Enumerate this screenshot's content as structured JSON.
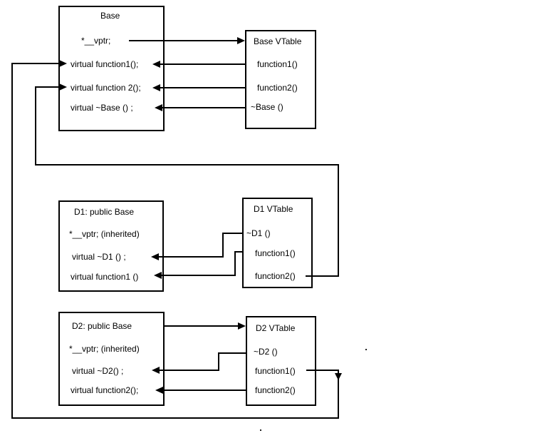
{
  "colors": {
    "background": "#ffffff",
    "line": "#000000",
    "text": "#000000"
  },
  "boxes": {
    "base": {
      "title": "Base",
      "rows": [
        "*__vptr;",
        "virtual function1();",
        "virtual function 2();",
        "virtual ~Base () ;"
      ]
    },
    "base_vtable": {
      "title": "Base VTable",
      "rows": [
        "function1()",
        "function2()",
        "~Base ()"
      ]
    },
    "d1": {
      "title": "D1: public Base",
      "rows": [
        "*__vptr; (inherited)",
        "virtual ~D1 () ;",
        "virtual function1 ()"
      ]
    },
    "d1_vtable": {
      "title": "D1 VTable",
      "rows": [
        "~D1 ()",
        "function1()",
        "function2()"
      ]
    },
    "d2": {
      "title": "D2: public Base",
      "rows": [
        "*__vptr; (inherited)",
        "virtual ~D2() ;",
        "virtual function2();"
      ]
    },
    "d2_vtable": {
      "title": "D2 VTable",
      "rows": [
        "~D2 ()",
        "function1()",
        "function2()"
      ]
    }
  },
  "connections": [
    {
      "from": "Base.*__vptr;",
      "to": "Base VTable",
      "arrow": "right"
    },
    {
      "from": "Base VTable.function1()",
      "to": "Base.virtual function1();",
      "arrow": "left"
    },
    {
      "from": "Base VTable.function2()",
      "to": "Base.virtual function 2();",
      "arrow": "left"
    },
    {
      "from": "Base VTable.~Base ()",
      "to": "Base.virtual ~Base () ;",
      "arrow": "left"
    },
    {
      "from": "D1 VTable.~D1 ()",
      "to": "D1.virtual ~D1 () ;",
      "arrow": "left"
    },
    {
      "from": "D1 VTable.function1()",
      "to": "D1.virtual function1 ()",
      "arrow": "left"
    },
    {
      "from": "D1 VTable.function2()",
      "to": "Base.virtual function 2();",
      "arrow": "left-wraparound"
    },
    {
      "from": "D2: public Base",
      "to": "D2 VTable",
      "arrow": "right"
    },
    {
      "from": "D2 VTable.~D2 ()",
      "to": "D2.virtual ~D2() ;",
      "arrow": "left"
    },
    {
      "from": "D2 VTable.function2()",
      "to": "D2.virtual function2();",
      "arrow": "left"
    },
    {
      "from": "D2 VTable.function1()",
      "to": "Base.virtual function1();",
      "arrow": "left-wraparound"
    }
  ]
}
